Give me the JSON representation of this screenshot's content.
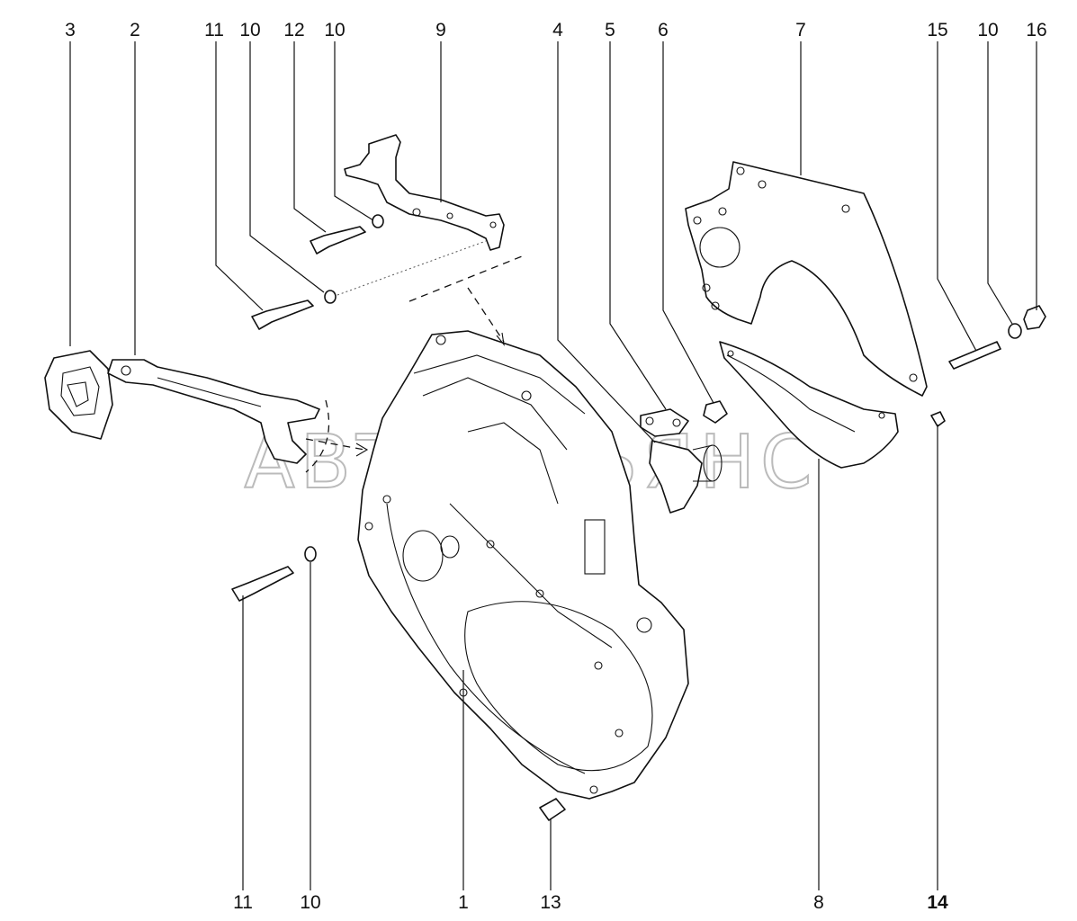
{
  "watermark": "АВТОАЛЬЯНС",
  "callouts": {
    "c3": "3",
    "c2": "2",
    "c11_top": "11",
    "c10_top_a": "10",
    "c12": "12",
    "c10_top_b": "10",
    "c9": "9",
    "c4": "4",
    "c5": "5",
    "c6": "6",
    "c7": "7",
    "c15": "15",
    "c10_top_c": "10",
    "c16": "16",
    "c11_bottom": "11",
    "c10_bottom": "10",
    "c1": "1",
    "c13": "13",
    "c8": "8",
    "c14": "14"
  }
}
